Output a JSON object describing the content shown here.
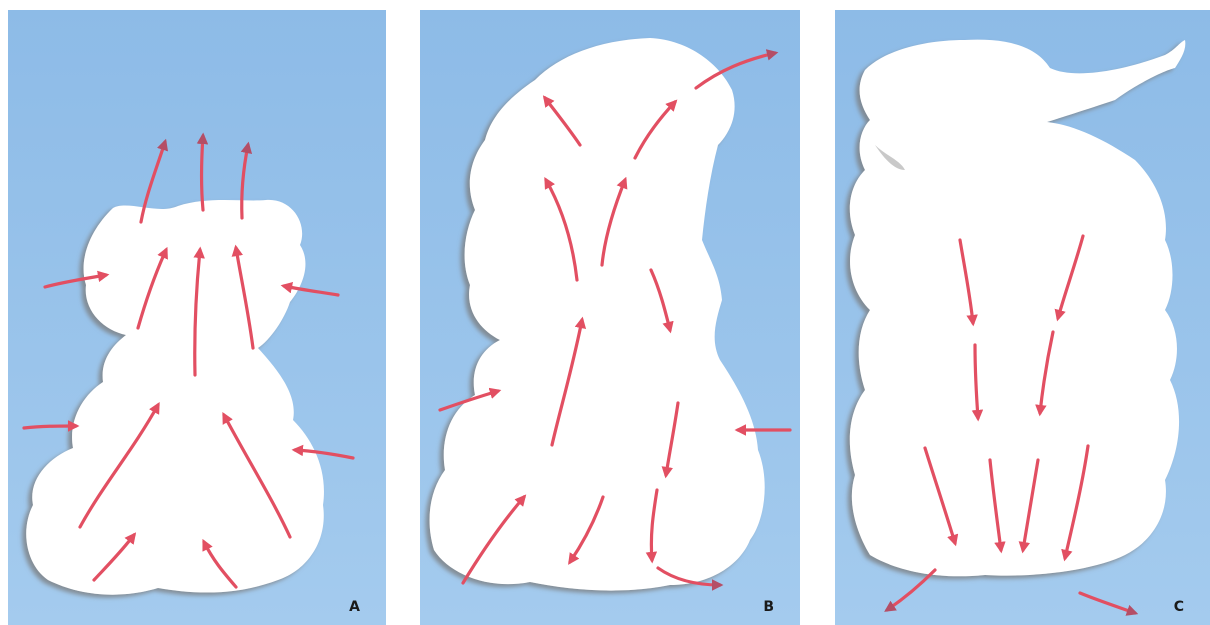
{
  "colors": {
    "sky": "#86b7e5",
    "sky_light": "#a9cdef",
    "cloud": "#ffffff",
    "cloud_shadow": "#9a9a9a",
    "arrow": "#e24f62",
    "arrow_head_dark": "#b44e66"
  },
  "panels": [
    {
      "id": "A",
      "label": "A",
      "stage": "cumulus-stage-updrafts"
    },
    {
      "id": "B",
      "label": "B",
      "stage": "mature-stage-updrafts-and-downdrafts"
    },
    {
      "id": "C",
      "label": "C",
      "stage": "dissipating-stage-downdrafts"
    }
  ],
  "icons": [
    "cloud-icon",
    "updraft-arrow-icon",
    "downdraft-arrow-icon",
    "inflow-arrow-icon",
    "outflow-arrow-icon"
  ]
}
